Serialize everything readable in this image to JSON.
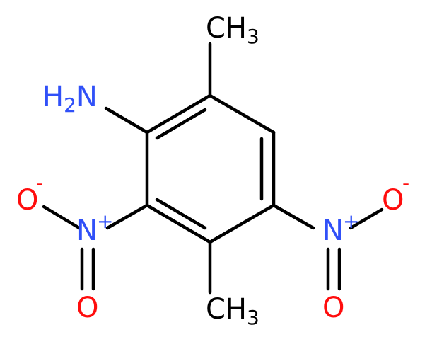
{
  "colors": {
    "carbon": "#000000",
    "nitrogen": "#3050F8",
    "oxygen": "#FF0D0D",
    "background": "#FFFFFF"
  },
  "labels": {
    "amine": {
      "main": "H",
      "sub": "2",
      "tail": "N"
    },
    "methyl_top": {
      "main": "CH",
      "sub": "3"
    },
    "methyl_bottom": {
      "main": "CH",
      "sub": "3"
    },
    "nitro_left": {
      "n": "N",
      "n_charge": "+",
      "o_single": "O",
      "o_single_charge": "-",
      "o_double": "O"
    },
    "nitro_right": {
      "n": "N",
      "n_charge": "+",
      "o_single": "O",
      "o_single_charge": "-",
      "o_double": "O"
    }
  }
}
